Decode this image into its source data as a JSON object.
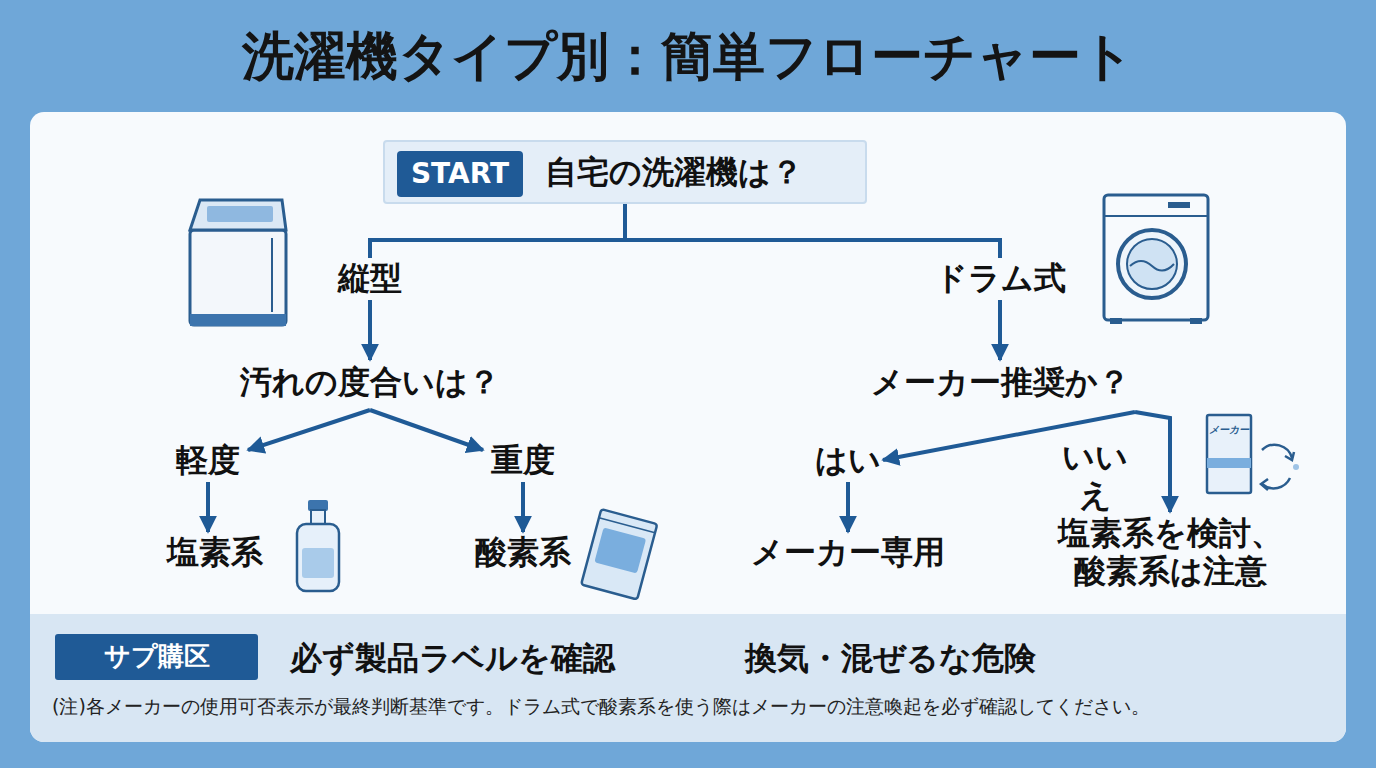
{
  "diagram": {
    "title": "洗濯機タイプ別：簡単フローチャート",
    "nodes": [
      {
        "text": [
          "自宅の洗濯機は？"
        ]
      },
      {
        "text": [
          "START"
        ],
        "in": 0
      },
      {
        "text": [
          "縦型"
        ]
      },
      {
        "text": [
          "ドラム式"
        ]
      },
      {
        "text": [
          "汚れの度合いは？"
        ]
      },
      {
        "text": [
          "メーカー推奨か？"
        ]
      },
      {
        "text": [
          "軽度"
        ]
      },
      {
        "text": [
          "重度"
        ]
      },
      {
        "text": [
          "はい"
        ]
      },
      {
        "text": [
          "塩素系"
        ]
      },
      {
        "text": [
          "酸素系"
        ]
      },
      {
        "text": [
          "メーカー専用"
        ]
      },
      {
        "text": [
          "塩素系を検討、 酸素系は注意"
        ]
      },
      {
        "text": [
          "必ず製品ラベルを確認",
          "換気・混ぜるな危険"
        ]
      },
      {
        "text": [
          "サプ購区"
        ],
        "in": 13
      }
    ],
    "edges": [
      {
        "from": 0,
        "to": 2,
        "arrow": "none"
      },
      {
        "from": 0,
        "to": 3,
        "arrow": "none"
      },
      {
        "from": 2,
        "to": 4,
        "arrow": "to"
      },
      {
        "from": 3,
        "to": 5,
        "arrow": "to"
      },
      {
        "from": 4,
        "to": 6,
        "arrow": "to"
      },
      {
        "from": 4,
        "to": 7,
        "arrow": "to"
      },
      {
        "from": 5,
        "to": 8,
        "arrow": "to"
      },
      {
        "from": 5,
        "to": 12,
        "label": "いいえ",
        "arrow": "to"
      },
      {
        "from": 8,
        "to": 11,
        "arrow": "to"
      },
      {
        "from": 6,
        "to": 9,
        "arrow": "to"
      },
      {
        "from": 7,
        "to": 10,
        "arrow": "to"
      }
    ],
    "labels": [
      "メーカー",
      "(注)各メーカーの使用可否表示が最終判断基準です。ドラム式で酸素系を使う際はメーカーの注意喚起を必ず確認してください。"
    ]
  }
}
